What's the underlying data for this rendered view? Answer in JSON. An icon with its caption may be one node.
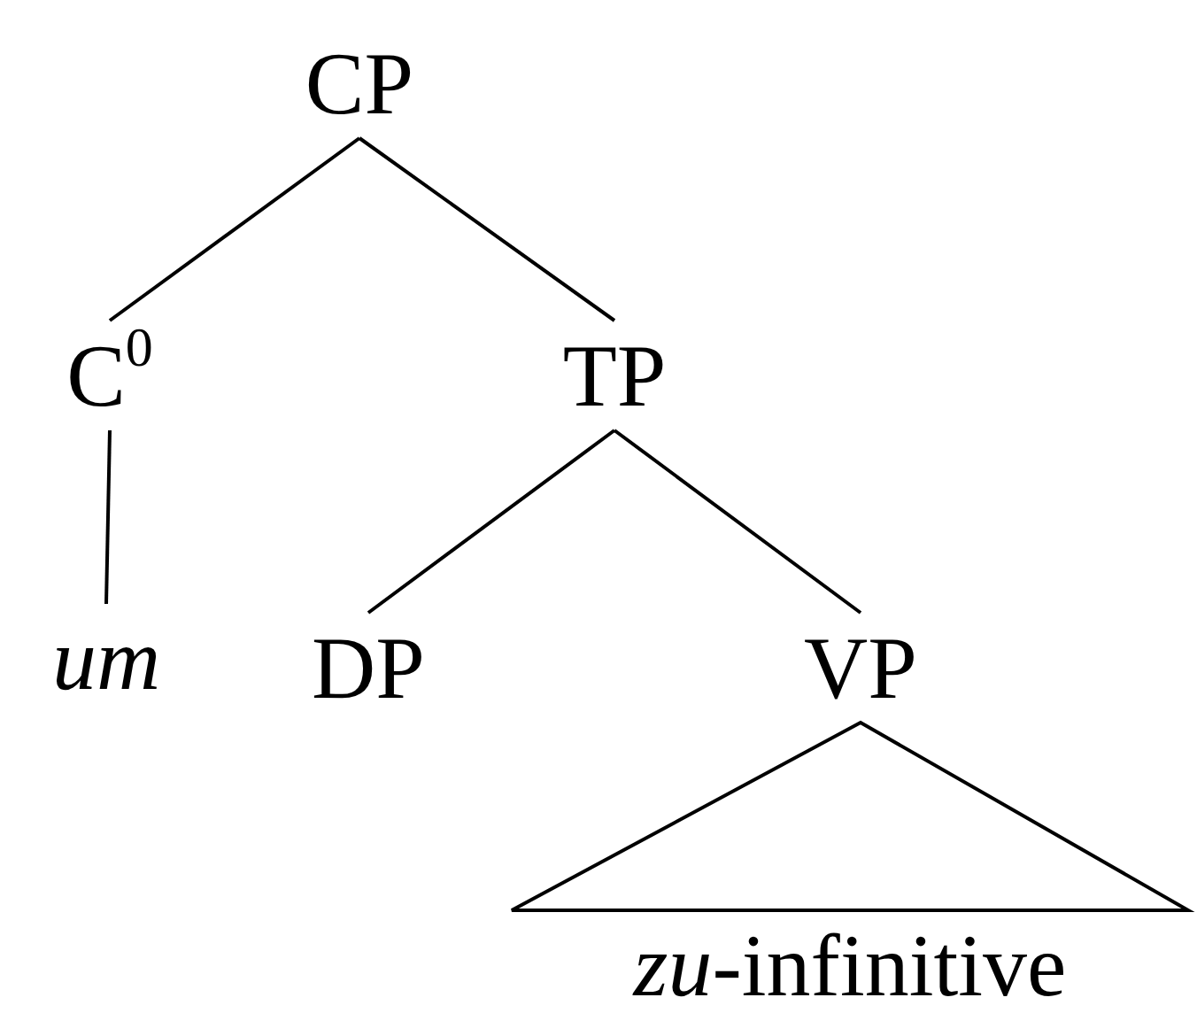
{
  "diagram": {
    "nodes": [
      {
        "text": [
          "CP"
        ]
      },
      {
        "text": [
          "C$^{0}$"
        ]
      },
      {
        "text": [
          "TP"
        ]
      },
      {
        "text": [
          "um"
        ]
      },
      {
        "text": [
          "DP"
        ]
      },
      {
        "text": [
          "VP"
        ]
      },
      {
        "text": [
          "*zu*-infinitive"
        ]
      }
    ],
    "edges": [
      {
        "from": 0,
        "to": 1,
        "arrow": "none"
      },
      {
        "from": 0,
        "to": 2,
        "arrow": "none"
      },
      {
        "from": 1,
        "to": 3,
        "arrow": "none"
      },
      {
        "from": 2,
        "to": 4,
        "arrow": "none"
      },
      {
        "from": 2,
        "to": 5,
        "arrow": "none"
      },
      {
        "from": 5,
        "to": 6,
        "arrow": "none"
      }
    ]
  }
}
